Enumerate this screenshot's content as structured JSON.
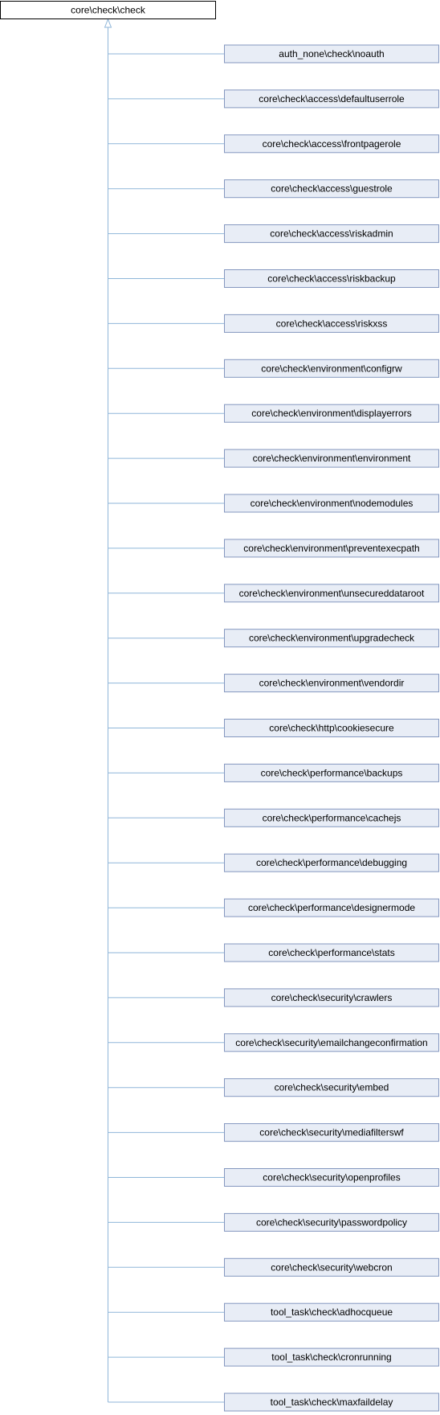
{
  "diagram": {
    "parent": "core\\check\\check",
    "children": [
      "auth_none\\check\\noauth",
      "core\\check\\access\\defaultuserrole",
      "core\\check\\access\\frontpagerole",
      "core\\check\\access\\guestrole",
      "core\\check\\access\\riskadmin",
      "core\\check\\access\\riskbackup",
      "core\\check\\access\\riskxss",
      "core\\check\\environment\\configrw",
      "core\\check\\environment\\displayerrors",
      "core\\check\\environment\\environment",
      "core\\check\\environment\\nodemodules",
      "core\\check\\environment\\preventexecpath",
      "core\\check\\environment\\unsecureddataroot",
      "core\\check\\environment\\upgradecheck",
      "core\\check\\environment\\vendordir",
      "core\\check\\http\\cookiesecure",
      "core\\check\\performance\\backups",
      "core\\check\\performance\\cachejs",
      "core\\check\\performance\\debugging",
      "core\\check\\performance\\designermode",
      "core\\check\\performance\\stats",
      "core\\check\\security\\crawlers",
      "core\\check\\security\\emailchangeconfirmation",
      "core\\check\\security\\embed",
      "core\\check\\security\\mediafilterswf",
      "core\\check\\security\\openprofiles",
      "core\\check\\security\\passwordpolicy",
      "core\\check\\security\\webcron",
      "tool_task\\check\\adhocqueue",
      "tool_task\\check\\cronrunning",
      "tool_task\\check\\maxfaildelay"
    ],
    "colors": {
      "parent_fill": "#ffffff",
      "parent_border": "#000000",
      "child_fill": "#e8edf6",
      "child_border": "#8497bf",
      "connector": "#8fb6d9"
    }
  }
}
